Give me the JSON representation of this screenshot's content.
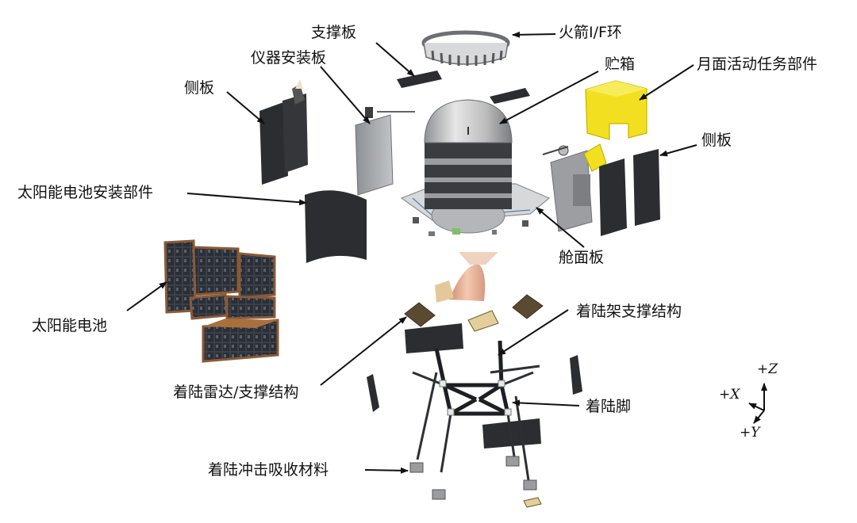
{
  "labels": {
    "support_plate": "支撑板",
    "rocket_if_ring": "火箭I/F环",
    "instrument_plate": "仪器安装板",
    "tank": "贮箱",
    "lunar_mission_parts": "月面活动任务部件",
    "side_plate_left": "侧板",
    "side_plate_right": "侧板",
    "solar_mount_parts": "太阳能电池安装部件",
    "deck_plate": "舱面板",
    "solar_cells": "太阳能电池",
    "landing_frame_support": "着陆架支撑结构",
    "landing_radar_support": "着陆雷达/支撑结构",
    "landing_leg": "着陆脚",
    "impact_absorbing_material": "着陆冲击吸收材料"
  },
  "axes": {
    "z": "+Z",
    "x": "+X",
    "y": "+Y"
  },
  "colors": {
    "panel_dark": "#2b2d30",
    "panel_grey": "#a9abae",
    "tank_dome": "#c9c9c9",
    "tank_band": "#3a3c40",
    "yellow_part": "#f2e020",
    "solar_brown": "#8a5a36",
    "plume": "#e8b79b",
    "leader": "#111111"
  }
}
